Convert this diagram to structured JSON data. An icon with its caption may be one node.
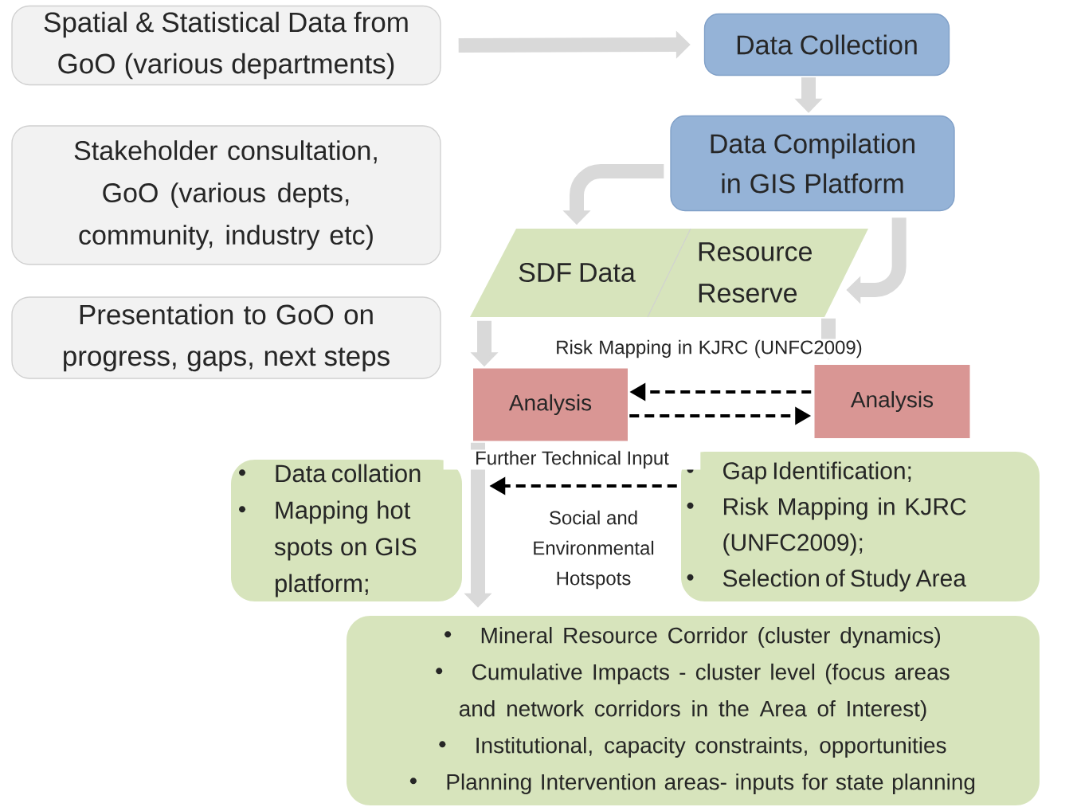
{
  "diagram": {
    "nodes": [
      {
        "text": [
          "Spatial & Statistical Data from GoO (various departments)"
        ]
      },
      {
        "text": [
          "Stakeholder consultation, GoO (various depts, community, industry etc)"
        ]
      },
      {
        "text": [
          "Presentation to GoO on progress, gaps, next steps"
        ]
      },
      {
        "text": [
          "Data Collection"
        ]
      },
      {
        "text": [
          "Data Compilation in GIS Platform"
        ]
      },
      {
        "text": [
          "SDF Data"
        ]
      },
      {
        "text": [
          "Resource Reserve"
        ]
      },
      {
        "text": [
          "Analysis"
        ]
      },
      {
        "text": [
          "Analysis"
        ]
      },
      {
        "text": [
          "Data collation",
          "Mapping hot spots on GIS platform;"
        ]
      },
      {
        "text": [
          "Gap Identification;",
          "Risk Mapping in KJRC (UNFC2009);",
          "Selection of Study Area"
        ]
      },
      {
        "text": [
          "Mineral Resource Corridor (cluster dynamics)",
          "Cumulative Impacts - cluster level (focus areas and network corridors in the Area of Interest)",
          "Institutional, capacity constraints, opportunities",
          "Planning Intervention areas- inputs for state planning"
        ]
      }
    ],
    "edges": [
      {
        "from": 0,
        "to": 3,
        "arrow": "to"
      },
      {
        "from": 3,
        "to": 4,
        "arrow": "to"
      },
      {
        "from": 4,
        "to": 5,
        "arrow": "to"
      },
      {
        "from": 4,
        "to": 6,
        "arrow": "to"
      },
      {
        "from": 5,
        "to": 7,
        "arrow": "to"
      },
      {
        "from": 6,
        "to": 8,
        "arrow": "to"
      },
      {
        "from": 8,
        "to": 7,
        "arrow": "to",
        "style": "dashed",
        "color": "#000000"
      },
      {
        "from": 7,
        "to": 8,
        "arrow": "to",
        "style": "dashed",
        "color": "#000000"
      },
      {
        "from": 10,
        "to": 9,
        "arrow": "to",
        "style": "dashed",
        "color": "#000000"
      },
      {
        "from": 7,
        "to": 11,
        "arrow": "to"
      }
    ],
    "labels": [
      "Risk Mapping in KJRC (UNFC2009)",
      "Further Technical Input",
      "Social and Environmental Hotspots"
    ]
  }
}
